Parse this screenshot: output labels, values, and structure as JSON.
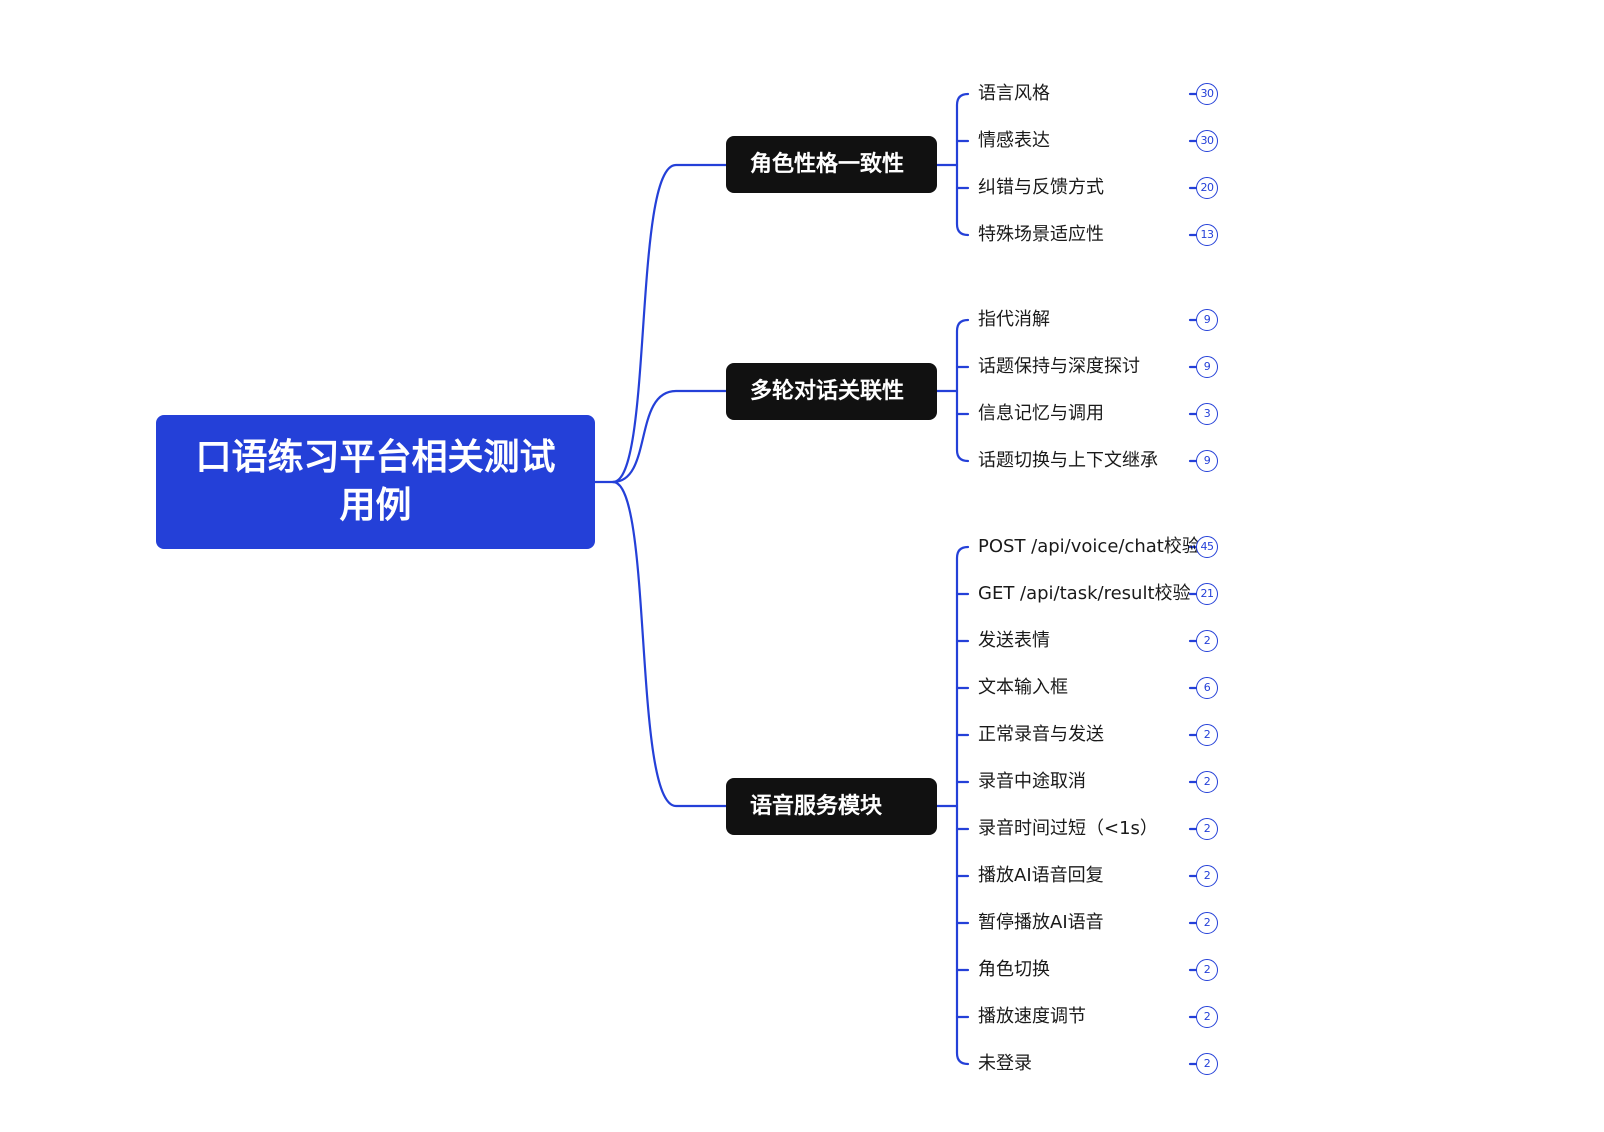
{
  "root": {
    "title": "口语练习平台相关测试用例"
  },
  "branches": [
    {
      "label": "角色性格一致性",
      "leaves": [
        {
          "label": "语言风格",
          "count": "30"
        },
        {
          "label": "情感表达",
          "count": "30"
        },
        {
          "label": "纠错与反馈方式",
          "count": "20"
        },
        {
          "label": "特殊场景适应性",
          "count": "13"
        }
      ]
    },
    {
      "label": "多轮对话关联性",
      "leaves": [
        {
          "label": "指代消解",
          "count": "9"
        },
        {
          "label": "话题保持与深度探讨",
          "count": "9"
        },
        {
          "label": "信息记忆与调用",
          "count": "3"
        },
        {
          "label": " 话题切换与上下文继承",
          "count": "9"
        }
      ]
    },
    {
      "label": "语音服务模块",
      "leaves": [
        {
          "label": "POST /api/voice/chat校验",
          "count": "45"
        },
        {
          "label": "GET /api/task/result校验",
          "count": "21"
        },
        {
          "label": "发送表情",
          "count": "2"
        },
        {
          "label": "文本输入框",
          "count": "6"
        },
        {
          "label": "正常录音与发送",
          "count": "2"
        },
        {
          "label": "录音中途取消",
          "count": "2"
        },
        {
          "label": "录音时间过短（<1s）",
          "count": "2"
        },
        {
          "label": "播放AI语音回复",
          "count": "2"
        },
        {
          "label": "暂停播放AI语音",
          "count": "2"
        },
        {
          "label": "角色切换",
          "count": "2"
        },
        {
          "label": "播放速度调节",
          "count": "2"
        },
        {
          "label": "未登录",
          "count": "2"
        }
      ]
    }
  ],
  "colors": {
    "accent": "#2440d8",
    "branch_bg": "#111111",
    "text": "#1a1a1a"
  }
}
